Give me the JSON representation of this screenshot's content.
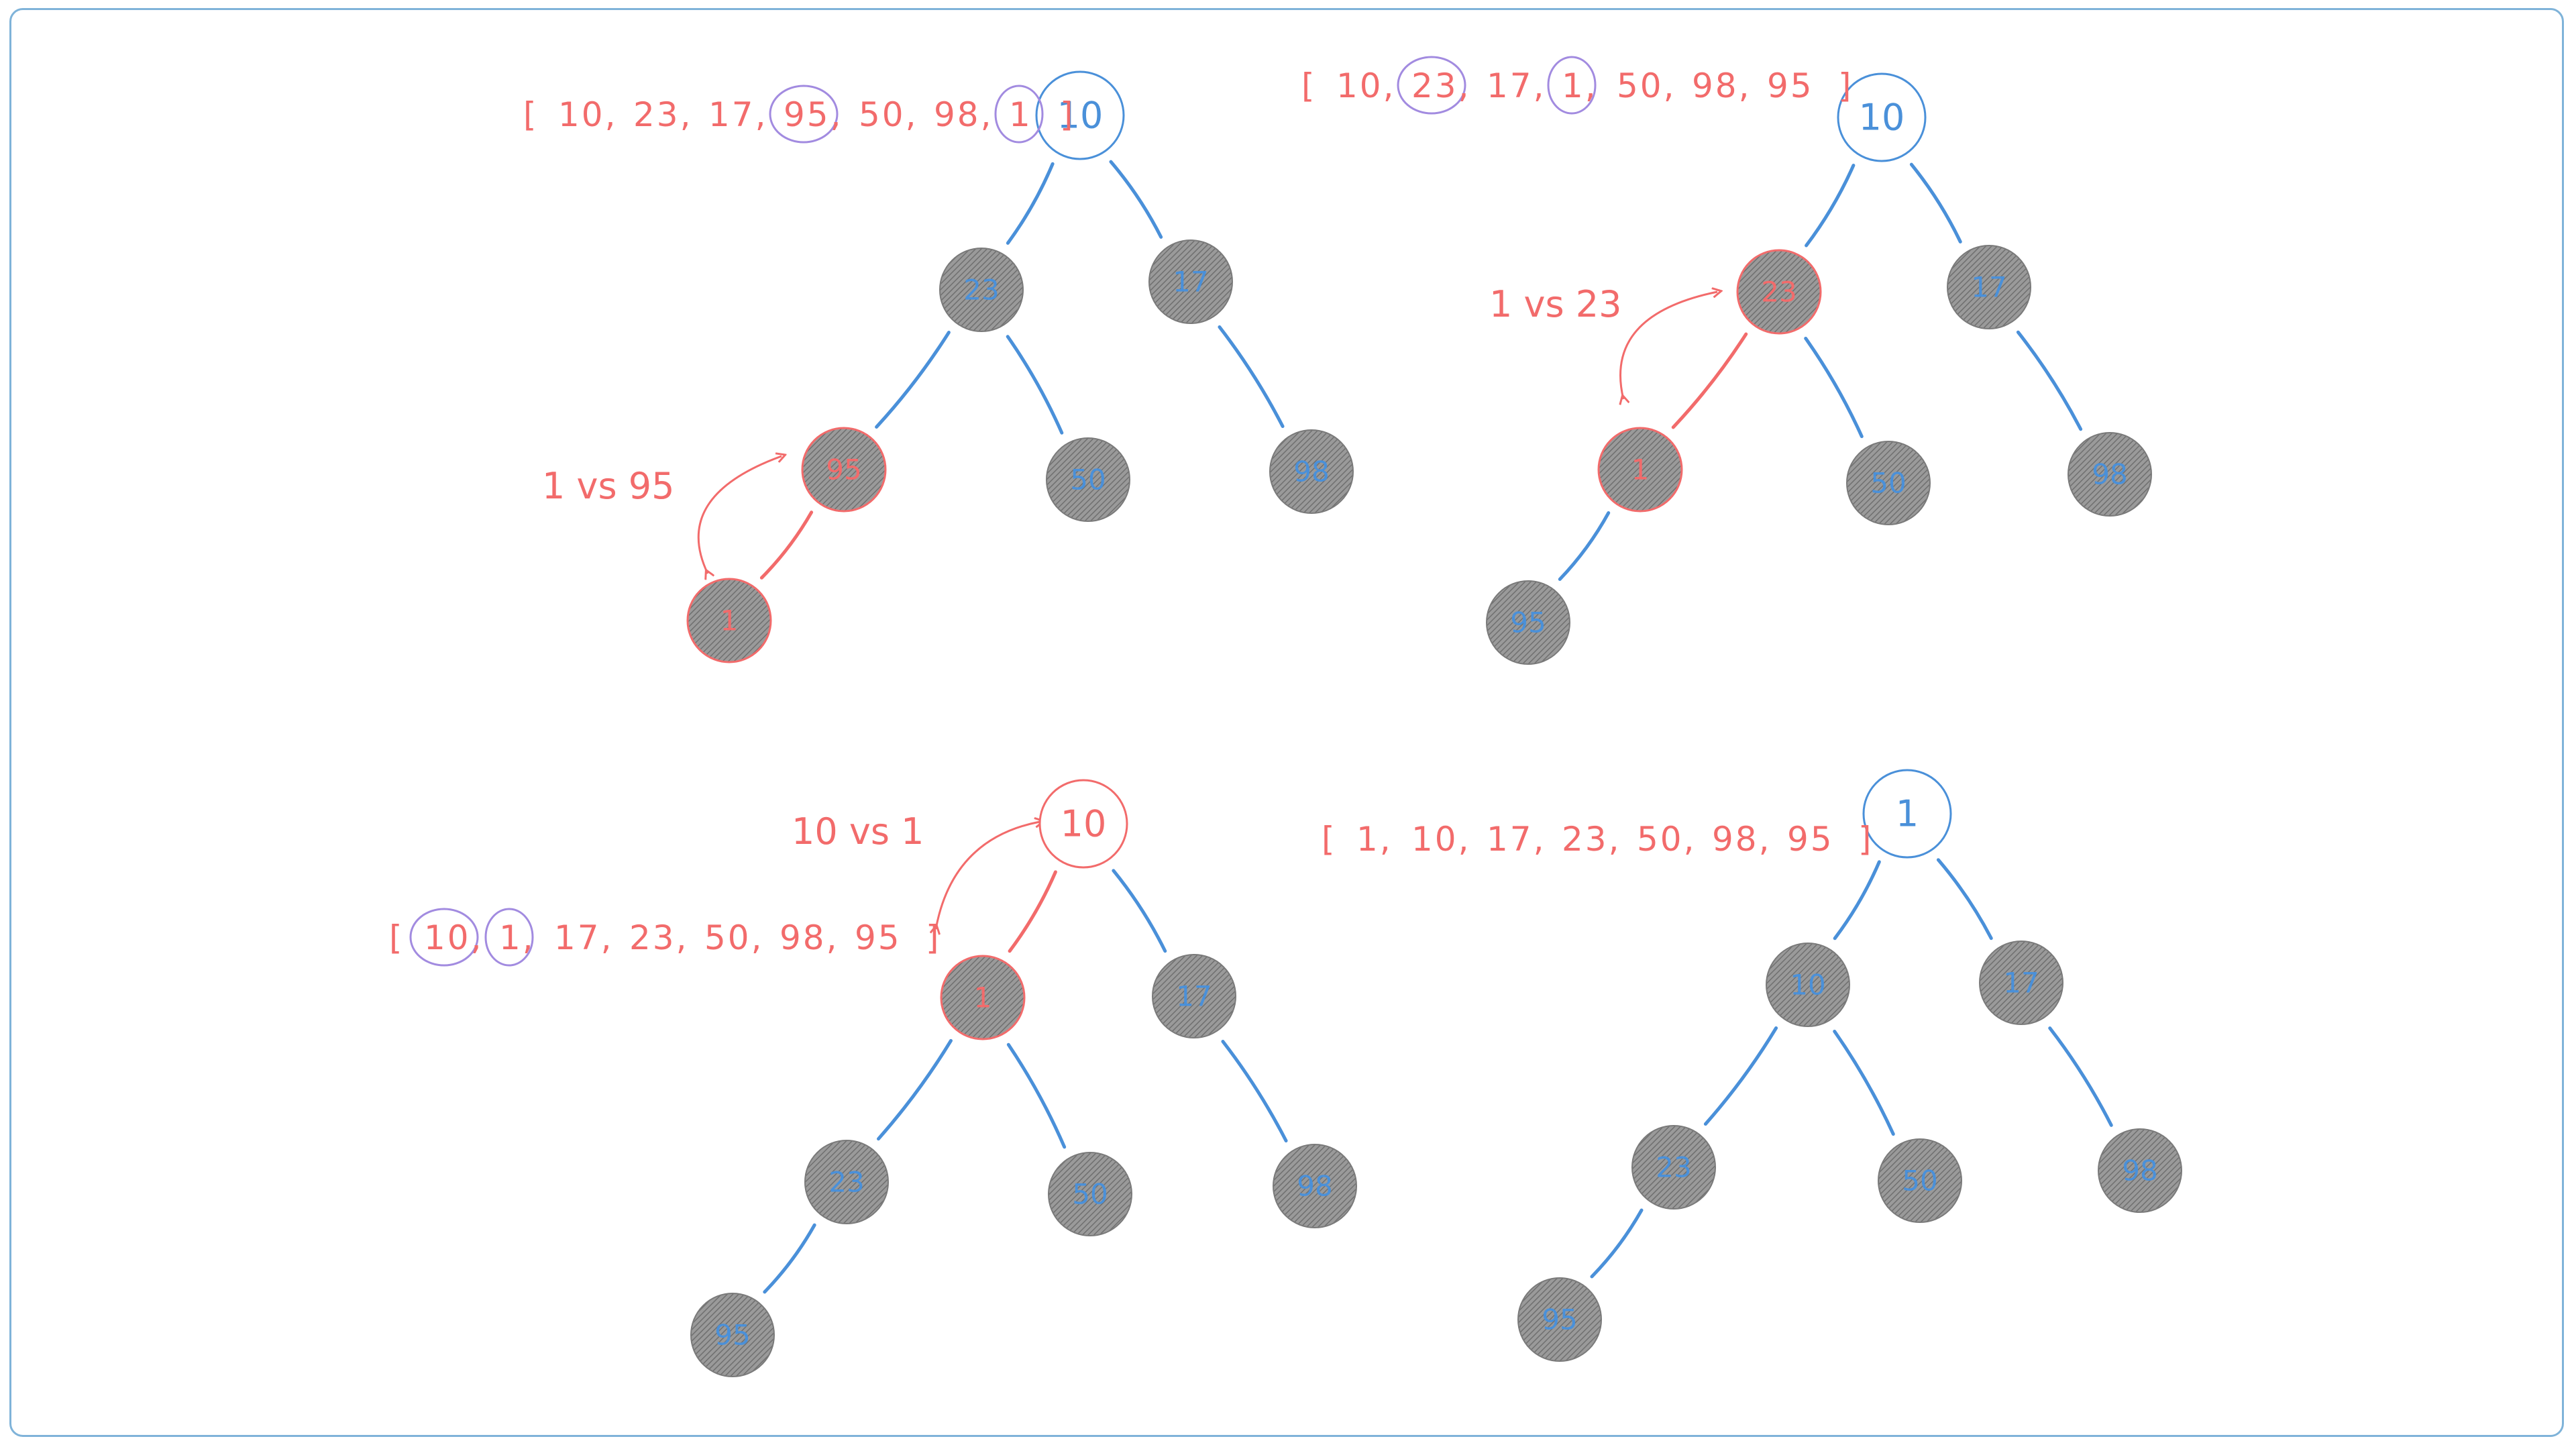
{
  "colors": {
    "blue": "#4a90d9",
    "red": "#f26b6b",
    "purple": "#a28be0",
    "node_gray": "#8a8a8a",
    "frame": "#7fb3d9"
  },
  "panels": [
    {
      "id": "p1",
      "nodes": [
        {
          "id": "n0",
          "label": "10",
          "root": true,
          "color": "blue"
        },
        {
          "id": "n1",
          "label": "23",
          "color": "blue"
        },
        {
          "id": "n2",
          "label": "17",
          "color": "blue"
        },
        {
          "id": "n3",
          "label": "95",
          "color": "red",
          "red_outline": true
        },
        {
          "id": "n4",
          "label": "50",
          "color": "blue"
        },
        {
          "id": "n5",
          "label": "98",
          "color": "blue"
        },
        {
          "id": "n6",
          "label": "1",
          "color": "red",
          "red_outline": true
        }
      ],
      "edges": [
        [
          "n0",
          "n1",
          "blue"
        ],
        [
          "n0",
          "n2",
          "blue"
        ],
        [
          "n1",
          "n3",
          "blue"
        ],
        [
          "n1",
          "n4",
          "blue"
        ],
        [
          "n2",
          "n5",
          "blue"
        ],
        [
          "n3",
          "n6",
          "red"
        ]
      ],
      "array": {
        "open": "[",
        "items": [
          "10",
          "23",
          "17",
          "95",
          "50",
          "98",
          "1"
        ],
        "circled": [
          3,
          6
        ],
        "close": "]"
      },
      "annotation": "1 vs 95"
    },
    {
      "id": "p2",
      "nodes": [
        {
          "id": "n0",
          "label": "10",
          "root": true,
          "color": "blue"
        },
        {
          "id": "n1",
          "label": "23",
          "color": "red",
          "red_outline": true
        },
        {
          "id": "n2",
          "label": "17",
          "color": "blue"
        },
        {
          "id": "n3",
          "label": "1",
          "color": "red",
          "red_outline": true
        },
        {
          "id": "n4",
          "label": "50",
          "color": "blue"
        },
        {
          "id": "n5",
          "label": "98",
          "color": "blue"
        },
        {
          "id": "n6",
          "label": "95",
          "color": "blue"
        }
      ],
      "edges": [
        [
          "n0",
          "n1",
          "blue"
        ],
        [
          "n0",
          "n2",
          "blue"
        ],
        [
          "n1",
          "n3",
          "red"
        ],
        [
          "n1",
          "n4",
          "blue"
        ],
        [
          "n2",
          "n5",
          "blue"
        ],
        [
          "n3",
          "n6",
          "blue"
        ]
      ],
      "array": {
        "open": "[",
        "items": [
          "10",
          "23",
          "17",
          "1",
          "50",
          "98",
          "95"
        ],
        "circled": [
          1,
          3
        ],
        "close": "]"
      },
      "annotation": "1 vs 23"
    },
    {
      "id": "p3",
      "nodes": [
        {
          "id": "n0",
          "label": "10",
          "root": true,
          "color": "red"
        },
        {
          "id": "n1",
          "label": "1",
          "color": "red",
          "red_outline": true
        },
        {
          "id": "n2",
          "label": "17",
          "color": "blue"
        },
        {
          "id": "n3",
          "label": "23",
          "color": "blue"
        },
        {
          "id": "n4",
          "label": "50",
          "color": "blue"
        },
        {
          "id": "n5",
          "label": "98",
          "color": "blue"
        },
        {
          "id": "n6",
          "label": "95",
          "color": "blue"
        }
      ],
      "edges": [
        [
          "n0",
          "n1",
          "red"
        ],
        [
          "n0",
          "n2",
          "blue"
        ],
        [
          "n1",
          "n3",
          "blue"
        ],
        [
          "n1",
          "n4",
          "blue"
        ],
        [
          "n2",
          "n5",
          "blue"
        ],
        [
          "n3",
          "n6",
          "blue"
        ]
      ],
      "array": {
        "open": "[",
        "items": [
          "10",
          "1",
          "17",
          "23",
          "50",
          "98",
          "95"
        ],
        "circled": [
          0,
          1
        ],
        "close": "]"
      },
      "annotation": "10 vs 1"
    },
    {
      "id": "p4",
      "nodes": [
        {
          "id": "n0",
          "label": "1",
          "root": true,
          "color": "blue"
        },
        {
          "id": "n1",
          "label": "10",
          "color": "blue"
        },
        {
          "id": "n2",
          "label": "17",
          "color": "blue"
        },
        {
          "id": "n3",
          "label": "23",
          "color": "blue"
        },
        {
          "id": "n4",
          "label": "50",
          "color": "blue"
        },
        {
          "id": "n5",
          "label": "98",
          "color": "blue"
        },
        {
          "id": "n6",
          "label": "95",
          "color": "blue"
        }
      ],
      "edges": [
        [
          "n0",
          "n1",
          "blue"
        ],
        [
          "n0",
          "n2",
          "blue"
        ],
        [
          "n1",
          "n3",
          "blue"
        ],
        [
          "n1",
          "n4",
          "blue"
        ],
        [
          "n2",
          "n5",
          "blue"
        ],
        [
          "n3",
          "n6",
          "blue"
        ]
      ],
      "array": {
        "open": "[",
        "items": [
          "1",
          "10",
          "17",
          "23",
          "50",
          "98",
          "95"
        ],
        "circled": [],
        "close": "]"
      },
      "annotation": ""
    }
  ]
}
